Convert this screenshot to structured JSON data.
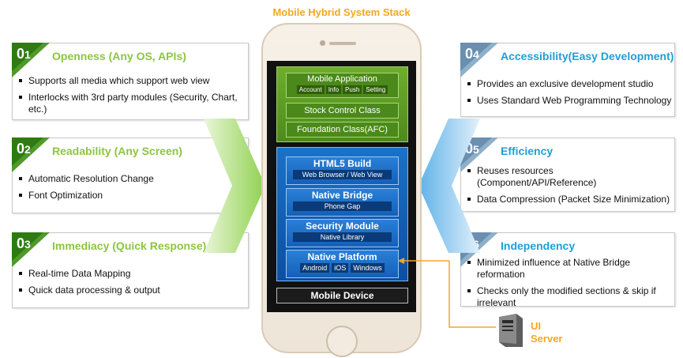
{
  "title": "Mobile Hybrid System Stack",
  "left_cards": [
    {
      "num": "0",
      "num_small": "1",
      "heading": "Openness (Any OS, APIs)",
      "bullets": [
        "Supports all media which support web view",
        "Interlocks with 3rd party modules (Security, Chart, etc.)"
      ]
    },
    {
      "num": "0",
      "num_small": "2",
      "heading": "Readability (Any Screen)",
      "bullets": [
        "Automatic Resolution Change",
        "Font Optimization"
      ]
    },
    {
      "num": "0",
      "num_small": "3",
      "heading": "Immediacy (Quick Response)",
      "bullets": [
        "Real-time Data Mapping",
        "Quick data processing & output"
      ]
    }
  ],
  "right_cards": [
    {
      "num": "0",
      "num_small": "4",
      "heading": "Accessibility(Easy Development)",
      "bullets": [
        "Provides an exclusive development studio",
        "Uses Standard Web Programming Technology"
      ]
    },
    {
      "num": "0",
      "num_small": "5",
      "heading": "Efficiency",
      "bullets": [
        "Reuses resources (Component/API/Reference)",
        "Data Compression (Packet Size Minimization)"
      ]
    },
    {
      "num": "0",
      "num_small": "6",
      "heading": "Independency",
      "bullets": [
        "Minimized influence at Native Bridge reformation",
        "Checks only the modified sections & skip if irrelevant"
      ]
    }
  ],
  "stack": {
    "app": {
      "label": "Mobile Application",
      "pills": [
        "Account",
        "Info",
        "Push",
        "Setting"
      ]
    },
    "stock": "Stock Control Class",
    "foundation": "Foundation Class(AFC)",
    "html5": {
      "label": "HTML5 Build",
      "sub": "Web Browser / Web View"
    },
    "bridge": {
      "label": "Native Bridge",
      "sub": "Phone Gap"
    },
    "security": {
      "label": "Security Module",
      "sub": "Native Library"
    },
    "platform": {
      "label": "Native Platform",
      "subs": [
        "Android",
        "iOS",
        "Windows"
      ]
    },
    "device": "Mobile Device"
  },
  "server": {
    "line1": "UI",
    "line2": "Server"
  },
  "colors": {
    "accent_orange": "#f5a623",
    "green": "#8cc63f",
    "blue": "#1e9fd8"
  }
}
